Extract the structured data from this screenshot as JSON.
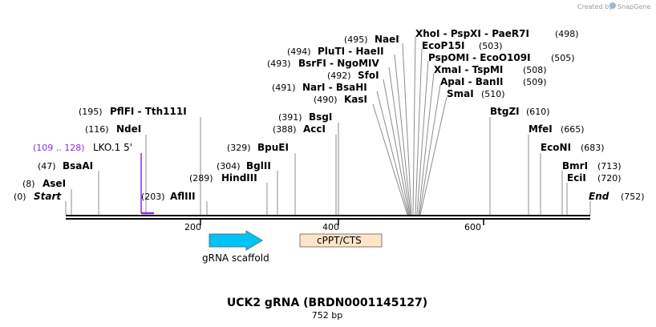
{
  "credit": {
    "prefix": "Created by",
    "brand": "SnapGene"
  },
  "map": {
    "title": "UCK2 gRNA (BRDN0001145127)",
    "length_label": "752 bp",
    "ticks": [
      "200",
      "400",
      "600"
    ],
    "features": [
      {
        "id": "gRNA",
        "label": "gRNA scaffold"
      },
      {
        "id": "cppt",
        "label": "cPPT/CTS"
      }
    ],
    "primer": {
      "range": "(109 .. 128)",
      "name": "LKO.1 5'"
    },
    "sites": [
      {
        "pos": "(0)",
        "name": "Start",
        "style": "italic"
      },
      {
        "pos": "(8)",
        "name": "AseI"
      },
      {
        "pos": "(47)",
        "name": "BsaAI"
      },
      {
        "pos": "(116)",
        "name": "NdeI"
      },
      {
        "pos": "(195)",
        "name": "PflFI  - Tth111I"
      },
      {
        "pos": "(203)",
        "name": "AflIII"
      },
      {
        "pos": "(289)",
        "name": "HindIII"
      },
      {
        "pos": "(304)",
        "name": "BglII"
      },
      {
        "pos": "(329)",
        "name": "BpuEI"
      },
      {
        "pos": "(388)",
        "name": "AccI"
      },
      {
        "pos": "(391)",
        "name": "BsgI"
      },
      {
        "pos": "(490)",
        "name": "KasI"
      },
      {
        "pos": "(491)",
        "name": "NarI  - BsaHI"
      },
      {
        "pos": "(492)",
        "name": "SfoI"
      },
      {
        "pos": "(493)",
        "name": "BsrFI  - NgoMIV"
      },
      {
        "pos": "(494)",
        "name": "PluTI  - HaeII"
      },
      {
        "pos": "(495)",
        "name": "NaeI"
      },
      {
        "pos": "(498)",
        "name": "XhoI  - PspXI  - PaeR7I"
      },
      {
        "pos": "(503)",
        "name": "EcoP15I"
      },
      {
        "pos": "(505)",
        "name": "PspOMI  - EcoO109I"
      },
      {
        "pos": "(508)",
        "name": "XmaI  - TspMI"
      },
      {
        "pos": "(509)",
        "name": "ApaI  - BanII"
      },
      {
        "pos": "(510)",
        "name": "SmaI"
      },
      {
        "pos": "(610)",
        "name": "BtgZI"
      },
      {
        "pos": "(665)",
        "name": "MfeI"
      },
      {
        "pos": "(683)",
        "name": "EcoNI"
      },
      {
        "pos": "(713)",
        "name": "BmrI"
      },
      {
        "pos": "(720)",
        "name": "EciI"
      },
      {
        "pos": "(752)",
        "name": "End",
        "style": "italic"
      }
    ],
    "colors": {
      "feature_arrow": "#00c3f5",
      "feature_box": "#fde5c9",
      "primer": "#8a2be2"
    }
  }
}
